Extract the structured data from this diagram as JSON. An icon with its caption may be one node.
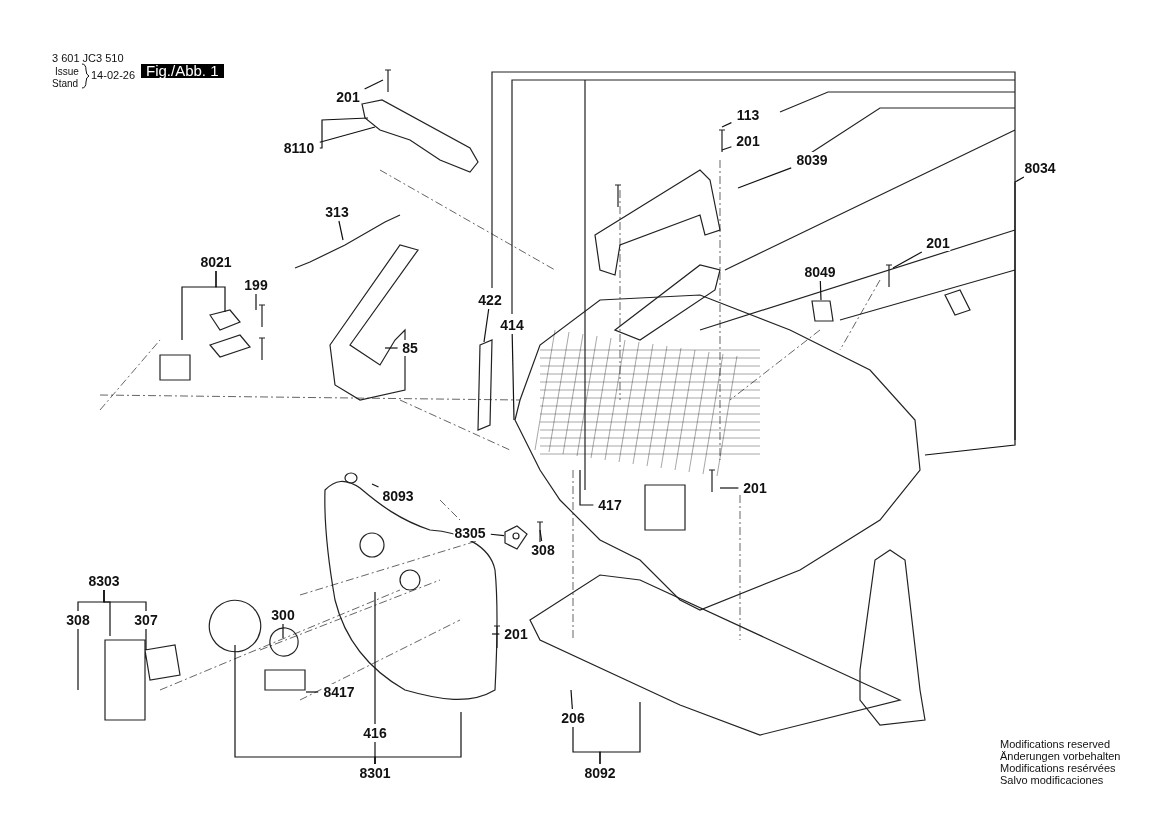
{
  "diagram": {
    "nodes": [
      {
        "text": [
          "201"
        ]
      },
      {
        "text": [
          "8110"
        ]
      },
      {
        "text": [
          "313"
        ]
      },
      {
        "text": [
          "8021"
        ]
      },
      {
        "text": [
          "199"
        ]
      },
      {
        "text": [
          "422"
        ]
      },
      {
        "text": [
          "414"
        ]
      },
      {
        "text": [
          "417"
        ]
      },
      {
        "text": [
          "113"
        ]
      },
      {
        "text": [
          "201"
        ]
      },
      {
        "text": [
          "8039"
        ]
      },
      {
        "text": [
          "8034"
        ]
      },
      {
        "text": [
          "8049"
        ]
      },
      {
        "text": [
          "201"
        ]
      },
      {
        "text": [
          "85"
        ]
      },
      {
        "text": [
          "8093"
        ]
      },
      {
        "text": [
          "201"
        ]
      },
      {
        "text": [
          "8305"
        ]
      },
      {
        "text": [
          "308"
        ]
      },
      {
        "text": [
          "8303"
        ]
      },
      {
        "text": [
          "308"
        ]
      },
      {
        "text": [
          "307"
        ]
      },
      {
        "text": [
          "300"
        ]
      },
      {
        "text": [
          "8417"
        ]
      },
      {
        "text": [
          "416"
        ]
      },
      {
        "text": [
          "8301"
        ]
      },
      {
        "text": [
          "201"
        ]
      },
      {
        "text": [
          "206"
        ]
      },
      {
        "text": [
          "8092"
        ]
      },
      {
        "text": [],
        "shape": "picture"
      }
    ],
    "edges": [
      {
        "from": 0,
        "to": null,
        "arrow": "none"
      },
      {
        "from": 1,
        "to": null,
        "arrow": "none"
      },
      {
        "from": 1,
        "to": null,
        "arrow": "none"
      },
      {
        "from": 2,
        "to": null,
        "arrow": "none"
      },
      {
        "from": 3,
        "to": null,
        "arrow": "none"
      },
      {
        "from": 3,
        "to": null,
        "arrow": "none"
      },
      {
        "from": 4,
        "to": null,
        "arrow": "none"
      },
      {
        "from": 5,
        "to": null,
        "arrow": "none"
      },
      {
        "from": 6,
        "to": null,
        "arrow": "none"
      },
      {
        "from": 7,
        "to": null,
        "arrow": "none"
      },
      {
        "from": 8,
        "to": null,
        "arrow": "none"
      },
      {
        "from": 9,
        "to": null,
        "arrow": "none"
      },
      {
        "from": 10,
        "to": null,
        "arrow": "none"
      },
      {
        "from": 11,
        "to": null,
        "arrow": "none"
      },
      {
        "from": 12,
        "to": null,
        "arrow": "none"
      },
      {
        "from": 13,
        "to": null,
        "arrow": "none"
      },
      {
        "from": 14,
        "to": null,
        "arrow": "none"
      },
      {
        "from": 15,
        "to": null,
        "arrow": "none"
      },
      {
        "from": 16,
        "to": null,
        "arrow": "none"
      },
      {
        "from": 17,
        "to": 29,
        "arrow": "none"
      },
      {
        "from": 18,
        "to": null,
        "arrow": "none"
      },
      {
        "from": 19,
        "to": 20,
        "arrow": "none"
      },
      {
        "from": 19,
        "to": 21,
        "arrow": "none"
      },
      {
        "from": 19,
        "to": null,
        "arrow": "none"
      },
      {
        "from": 20,
        "to": null,
        "arrow": "none"
      },
      {
        "from": 21,
        "to": null,
        "arrow": "none"
      },
      {
        "from": 22,
        "to": null,
        "arrow": "none"
      },
      {
        "from": 23,
        "to": null,
        "arrow": "none"
      },
      {
        "from": 24,
        "to": null,
        "arrow": "none"
      },
      {
        "from": 25,
        "to": null,
        "arrow": "none"
      },
      {
        "from": 25,
        "to": null,
        "arrow": "none"
      },
      {
        "from": 25,
        "to": 24,
        "arrow": "none"
      },
      {
        "from": 26,
        "to": null,
        "arrow": "none"
      },
      {
        "from": 27,
        "to": null,
        "arrow": "none"
      },
      {
        "from": 28,
        "to": 27,
        "arrow": "none"
      },
      {
        "from": 28,
        "to": null,
        "arrow": "none"
      }
    ],
    "labels": [
      "3 601 JC3 510",
      "Issue",
      "Stand",
      "14-02-26",
      "Fig./Abb. 1",
      "Modifications reserved",
      "Änderungen vorbehalten",
      "Modifications resérvées",
      "Salvo modificaciones"
    ]
  }
}
